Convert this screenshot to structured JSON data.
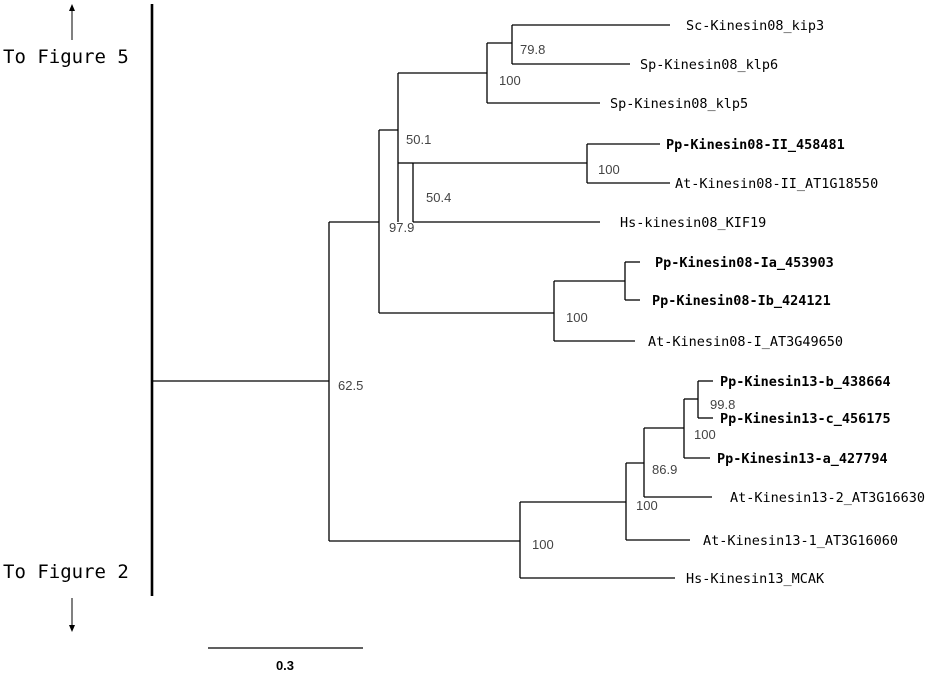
{
  "side_labels": {
    "top": "To Figure 5",
    "bottom": "To Figure 2"
  },
  "scale_bar": {
    "label": "0.3"
  },
  "leaves": [
    {
      "id": "sc_kip3",
      "label": "Sc-Kinesin08_kip3",
      "bold": false
    },
    {
      "id": "sp_klp6",
      "label": "Sp-Kinesin08_klp6",
      "bold": false
    },
    {
      "id": "sp_klp5",
      "label": "Sp-Kinesin08_klp5",
      "bold": false
    },
    {
      "id": "pp_08ii",
      "label": "Pp-Kinesin08-II_458481",
      "bold": true
    },
    {
      "id": "at_08ii",
      "label": "At-Kinesin08-II_AT1G18550",
      "bold": false
    },
    {
      "id": "hs_kif19",
      "label": "Hs-kinesin08_KIF19",
      "bold": false
    },
    {
      "id": "pp_08ia",
      "label": "Pp-Kinesin08-Ia_453903",
      "bold": true
    },
    {
      "id": "pp_08ib",
      "label": "Pp-Kinesin08-Ib_424121",
      "bold": true
    },
    {
      "id": "at_08i",
      "label": "At-Kinesin08-I_AT3G49650",
      "bold": false
    },
    {
      "id": "pp_13b",
      "label": "Pp-Kinesin13-b_438664",
      "bold": true
    },
    {
      "id": "pp_13c",
      "label": "Pp-Kinesin13-c_456175",
      "bold": true
    },
    {
      "id": "pp_13a",
      "label": "Pp-Kinesin13-a_427794",
      "bold": true
    },
    {
      "id": "at_13_2",
      "label": "At-Kinesin13-2_AT3G16630",
      "bold": false
    },
    {
      "id": "at_13_1",
      "label": "At-Kinesin13-1_AT3G16060",
      "bold": false
    },
    {
      "id": "hs_mcak",
      "label": "Hs-Kinesin13_MCAK",
      "bold": false
    }
  ],
  "support_values": [
    {
      "id": "n_kip",
      "value": "79.8"
    },
    {
      "id": "n_sp",
      "value": "100"
    },
    {
      "id": "n_fungi_pp",
      "value": "50.1"
    },
    {
      "id": "n_08ii",
      "value": "100"
    },
    {
      "id": "n_08ii_hs",
      "value": "50.4"
    },
    {
      "id": "n_08_upper",
      "value": "97.9"
    },
    {
      "id": "n_08i",
      "value": "100"
    },
    {
      "id": "n_root",
      "value": "62.5"
    },
    {
      "id": "n_13bc",
      "value": "99.8"
    },
    {
      "id": "n_13abc",
      "value": "100"
    },
    {
      "id": "n_13pp_at2",
      "value": "86.9"
    },
    {
      "id": "n_13plant",
      "value": "100"
    },
    {
      "id": "n_13",
      "value": "100"
    }
  ]
}
